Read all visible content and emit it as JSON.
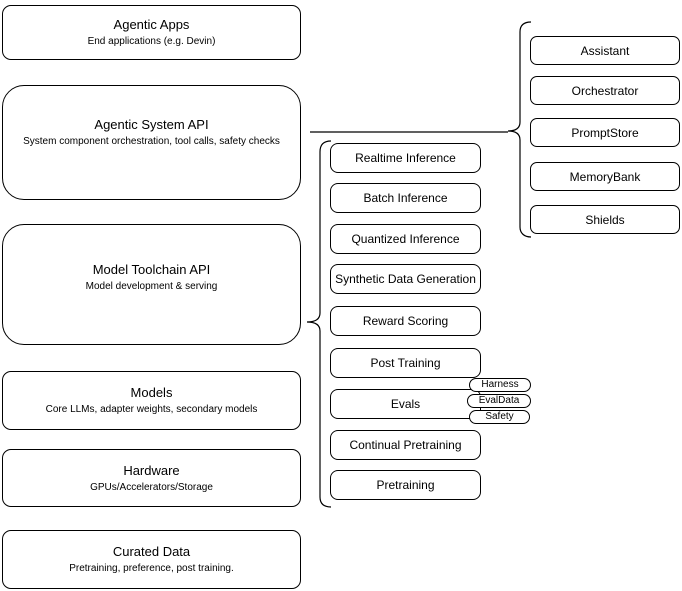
{
  "diagram": {
    "colors": {
      "background": "#ffffff",
      "stroke": "#000000",
      "text": "#000000"
    },
    "left_stack": [
      {
        "title": "Agentic Apps",
        "subtitle": "End applications (e.g. Devin)"
      },
      {
        "title": "Agentic System API",
        "subtitle": "System component orchestration, tool calls, safety checks"
      },
      {
        "title": "Model Toolchain API",
        "subtitle": "Model development & serving"
      },
      {
        "title": "Models",
        "subtitle": "Core LLMs, adapter weights, secondary models"
      },
      {
        "title": "Hardware",
        "subtitle": "GPUs/Accelerators/Storage"
      },
      {
        "title": "Curated Data",
        "subtitle": "Pretraining, preference, post training."
      }
    ],
    "toolchain_items": [
      "Realtime Inference",
      "Batch Inference",
      "Quantized Inference",
      "Synthetic Data Generation",
      "Reward Scoring",
      "Post Training",
      "Evals",
      "Continual Pretraining",
      "Pretraining"
    ],
    "eval_tags": [
      "Harness",
      "EvalData",
      "Safety"
    ],
    "system_components": [
      "Assistant",
      "Orchestrator",
      "PromptStore",
      "MemoryBank",
      "Shields"
    ]
  }
}
